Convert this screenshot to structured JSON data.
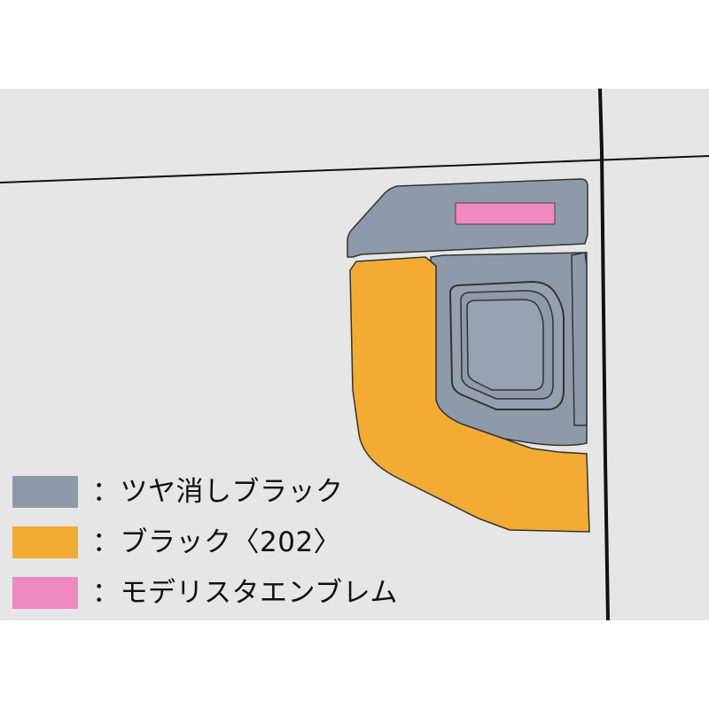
{
  "colors": {
    "background": "#ffffff",
    "panel": "#e6e6e6",
    "outline": "#111111",
    "matte_black": "#8e9aaa",
    "black_202": "#f3ac33",
    "emblem": "#ee8ac0"
  },
  "legend": [
    {
      "label": "：ツヤ消しブラック",
      "color": "#8e9aaa",
      "part": "matte-black"
    },
    {
      "label": "：ブラック〈202〉",
      "color": "#f3ac33",
      "part": "black-202"
    },
    {
      "label": "：モデリスタエンブレム",
      "color": "#ee8ac0",
      "part": "modellista-emblem"
    }
  ]
}
